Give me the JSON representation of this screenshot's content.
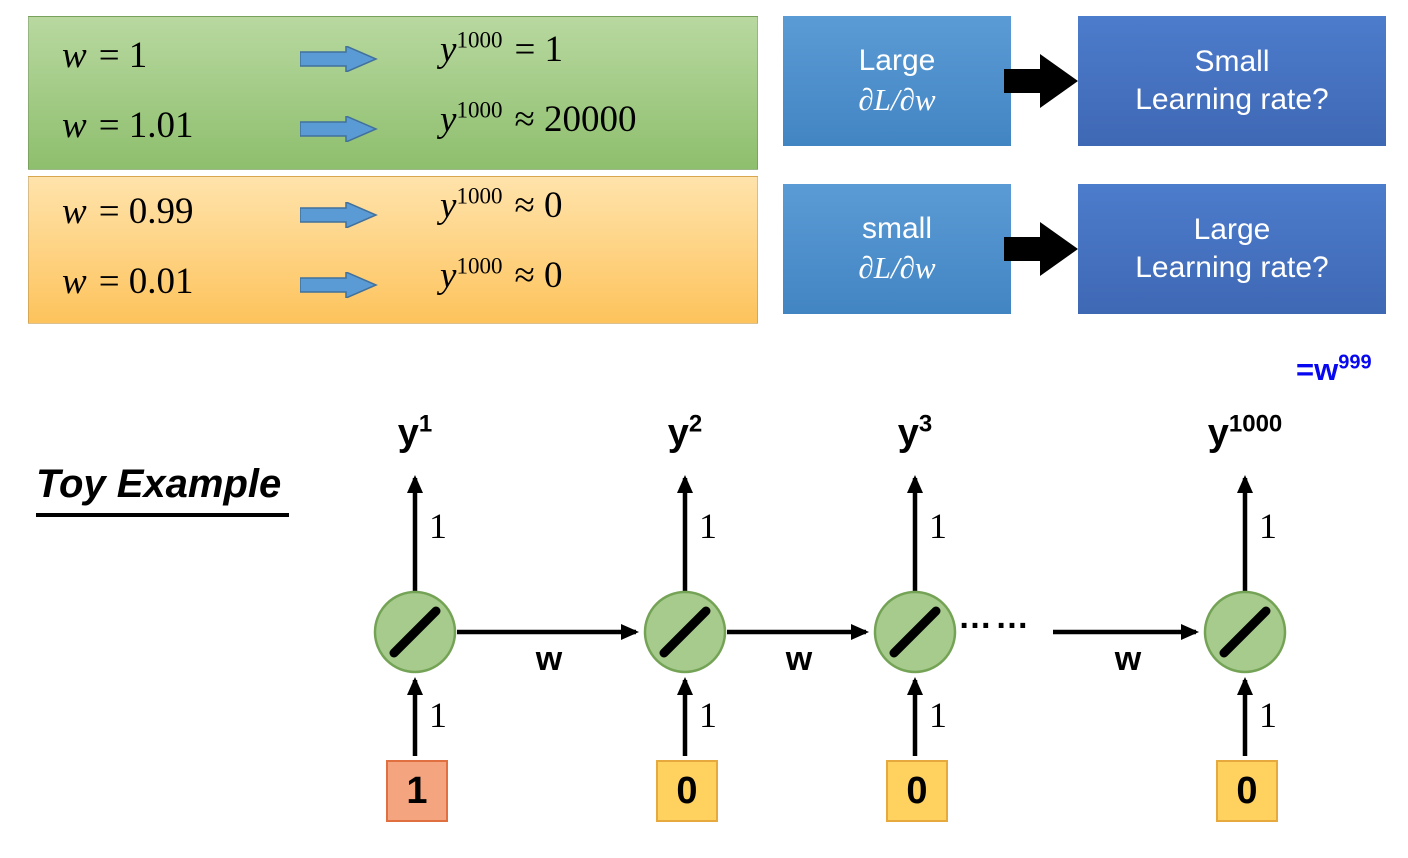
{
  "slide": {
    "title": "Toy Example",
    "annotation": {
      "base": "=w",
      "exp": "999"
    }
  },
  "equations": {
    "green_rows": [
      {
        "var": "w",
        "rel": "= 1",
        "y_base": "y",
        "y_exp": "1000",
        "y_val": "= 1"
      },
      {
        "var": "w",
        "rel": "= 1.01",
        "y_base": "y",
        "y_exp": "1000",
        "y_val": "≈ 20000"
      }
    ],
    "orange_rows": [
      {
        "var": "w",
        "rel": "= 0.99",
        "y_base": "y",
        "y_exp": "1000",
        "y_val": "≈ 0"
      },
      {
        "var": "w",
        "rel": "= 0.01",
        "y_base": "y",
        "y_exp": "1000",
        "y_val": "≈ 0"
      }
    ]
  },
  "flow_rows": [
    {
      "cause_line1": "Large",
      "cause_line2": "∂L/∂w",
      "effect_line1": "Small",
      "effect_line2": "Learning rate?"
    },
    {
      "cause_line1": "small",
      "cause_line2": "∂L/∂w",
      "effect_line1": "Large",
      "effect_line2": "Learning rate?"
    }
  ],
  "network": {
    "units": [
      {
        "y_base": "y",
        "y_exp": "1",
        "out_weight": "1",
        "in_weight": "1",
        "input_value": "1"
      },
      {
        "y_base": "y",
        "y_exp": "2",
        "out_weight": "1",
        "in_weight": "1",
        "input_value": "0"
      },
      {
        "y_base": "y",
        "y_exp": "3",
        "out_weight": "1",
        "in_weight": "1",
        "input_value": "0"
      },
      {
        "y_base": "y",
        "y_exp": "1000",
        "out_weight": "1",
        "in_weight": "1",
        "input_value": "0"
      }
    ],
    "recurrent_weights": [
      "w",
      "w",
      "w"
    ],
    "dots": "……"
  },
  "colors": {
    "green_top": "#b8d8a0",
    "green_bottom": "#8ebf6d",
    "orange_top": "#ffe3ab",
    "orange_bottom": "#fdc35c",
    "blue_top": "#5b9bd5",
    "blue_bottom": "#4285c3",
    "darkblue_top": "#4c7ccc",
    "darkblue_bottom": "#3f68b4",
    "eq_arrow_fill": "#5b9bd5",
    "eq_arrow_stroke": "#41719c",
    "circle_fill": "#a6cb8d",
    "circle_stroke": "#74a356",
    "input_one_fill": "#f4a57f",
    "input_one_stroke": "#e0703f",
    "input_zero_fill": "#ffd25f",
    "input_zero_stroke": "#e5a93d",
    "annotation_blue": "#0808f0"
  }
}
